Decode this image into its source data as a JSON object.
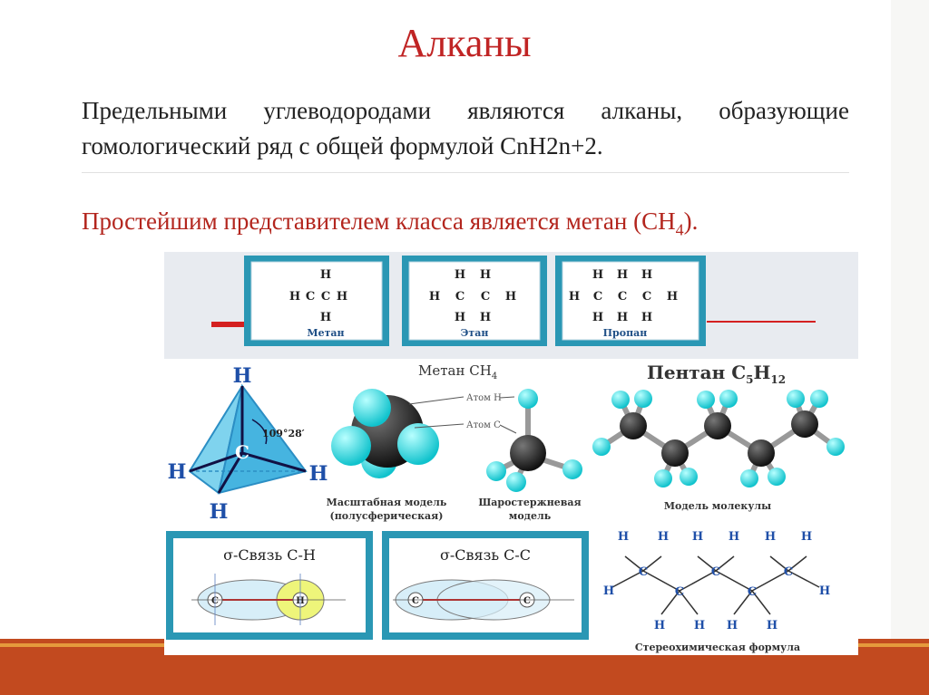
{
  "slide": {
    "title": "Алканы",
    "paragraph1": "Предельными углеводородами являются алканы, образующие гомологический ряд с общей формулой CnH2n+2.",
    "paragraph2_main": "Простейшим представителем класса является метан (CH",
    "paragraph2_sub": "4",
    "paragraph2_tail": ")."
  },
  "figure": {
    "lewis_labels": [
      "Метан",
      "Этан",
      "Пропан"
    ],
    "methane_header": "Метан CH",
    "methane_header_sub": "4",
    "pentane_header": "Пентан C",
    "pentane_header_sub1": "5",
    "pentane_header_mid": "H",
    "pentane_header_sub2": "12",
    "atom_h": "Атом H",
    "atom_c": "Атом C",
    "angle": "109°28′",
    "scale_model_line1": "Масштабная модель",
    "scale_model_line2": "(полусферическая)",
    "ballstick_line1": "Шаростержневая",
    "ballstick_line2": "модель",
    "molecule_model": "Модель молекулы",
    "sigma_ch": "σ-Связь С-Н",
    "sigma_cc": "σ-Связь С-С",
    "stereo_formula": "Стереохимическая формула",
    "atom_symbol_h": "H",
    "atom_symbol_c": "C"
  },
  "colors": {
    "title": "#c02424",
    "footer": "#c24a1f",
    "cyan": "#19e0e6",
    "dark_atom": "#222222"
  }
}
